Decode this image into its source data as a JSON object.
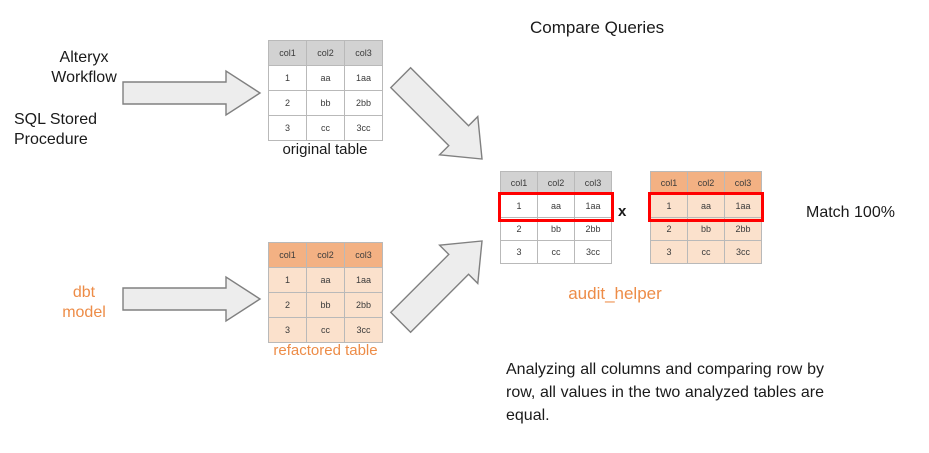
{
  "diagram": {
    "title": "Compare Queries",
    "sources": {
      "alteryx_label": "Alteryx\nWorkflow",
      "sql_label": "SQL Stored\nProcedure",
      "dbt_label": "dbt\nmodel"
    },
    "captions": {
      "original_table": "original table",
      "refactored_table": "refactored table",
      "audit_helper": "audit_helper",
      "match": "Match 100%",
      "multiply_symbol": "x"
    },
    "summary_text": "Analyzing all columns and comparing row by row, all values in the two analyzed tables are equal.",
    "colors": {
      "orange_accent": "#ED8C47",
      "orange_header": "#F3B183",
      "orange_body": "#FBE1CC",
      "gray_header": "#D2D2D2",
      "highlight_red": "#FF0000",
      "arrow_fill": "#EDEDED",
      "arrow_stroke": "#808080"
    },
    "tables": {
      "original": {
        "name": "original table",
        "style": "gray",
        "headers": [
          "col1",
          "col2",
          "col3"
        ],
        "rows": [
          [
            "1",
            "aa",
            "1aa"
          ],
          [
            "2",
            "bb",
            "2bb"
          ],
          [
            "3",
            "cc",
            "3cc"
          ]
        ]
      },
      "refactored": {
        "name": "refactored table",
        "style": "orange",
        "headers": [
          "col1",
          "col2",
          "col3"
        ],
        "rows": [
          [
            "1",
            "aa",
            "1aa"
          ],
          [
            "2",
            "bb",
            "2bb"
          ],
          [
            "3",
            "cc",
            "3cc"
          ]
        ]
      },
      "compare_left": {
        "name": "compare original table",
        "style": "gray",
        "headers": [
          "col1",
          "col2",
          "col3"
        ],
        "rows": [
          [
            "1",
            "aa",
            "1aa"
          ],
          [
            "2",
            "bb",
            "2bb"
          ],
          [
            "3",
            "cc",
            "3cc"
          ]
        ],
        "highlighted_row_index": 0
      },
      "compare_right": {
        "name": "compare refactored table",
        "style": "orange",
        "headers": [
          "col1",
          "col2",
          "col3"
        ],
        "rows": [
          [
            "1",
            "aa",
            "1aa"
          ],
          [
            "2",
            "bb",
            "2bb"
          ],
          [
            "3",
            "cc",
            "3cc"
          ]
        ],
        "highlighted_row_index": 0
      }
    },
    "arrows": [
      {
        "name": "alteryx-to-original",
        "direction": "right"
      },
      {
        "name": "dbt-to-refactored",
        "direction": "right"
      },
      {
        "name": "original-to-compare",
        "direction": "down-right"
      },
      {
        "name": "refactored-to-compare",
        "direction": "up-right"
      }
    ]
  }
}
